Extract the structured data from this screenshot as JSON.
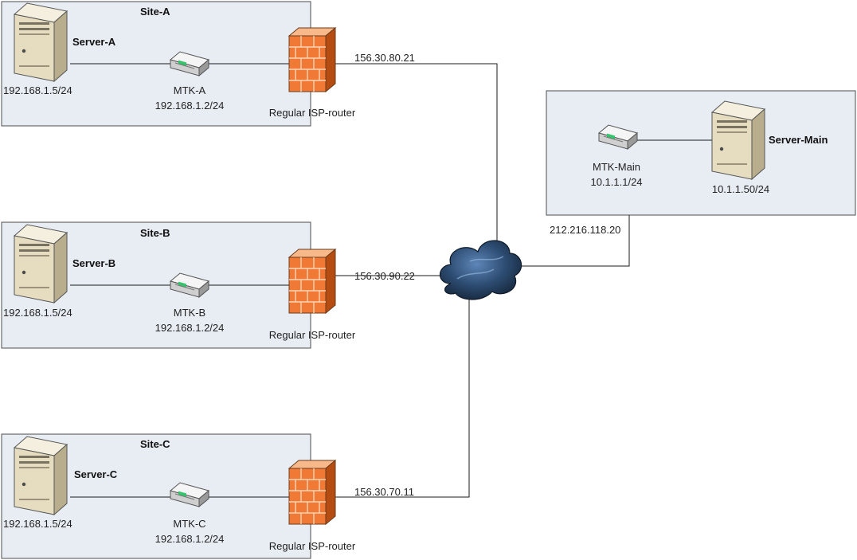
{
  "sites": [
    {
      "title": "Site-A",
      "server_name": "Server-A",
      "server_ip": "192.168.1.5/24",
      "mtk_name": "MTK-A",
      "mtk_ip": "192.168.1.2/24",
      "router_label": "Regular ISP-router",
      "wan_ip": "156.30.80.21"
    },
    {
      "title": "Site-B",
      "server_name": "Server-B",
      "server_ip": "192.168.1.5/24",
      "mtk_name": "MTK-B",
      "mtk_ip": "192.168.1.2/24",
      "router_label": "Regular ISP-router",
      "wan_ip": "156.30.90.22"
    },
    {
      "title": "Site-C",
      "server_name": "Server-C",
      "server_ip": "192.168.1.5/24",
      "mtk_name": "MTK-C",
      "mtk_ip": "192.168.1.2/24",
      "router_label": "Regular ISP-router",
      "wan_ip": "156.30.70.11"
    }
  ],
  "main": {
    "server_name": "Server-Main",
    "server_ip": "10.1.1.50/24",
    "mtk_name": "MTK-Main",
    "mtk_ip": "10.1.1.1/24",
    "wan_ip": "212.216.118.20"
  },
  "icons": {
    "server": "server-icon",
    "router": "router-icon",
    "firewall": "firewall-icon",
    "cloud": "internet-cloud-icon"
  },
  "colors": {
    "box_fill": "#e8edf4",
    "server_beige": "#e6dcc0",
    "firewall_orange": "#f07a35",
    "cloud_dark": "#1f3550"
  }
}
